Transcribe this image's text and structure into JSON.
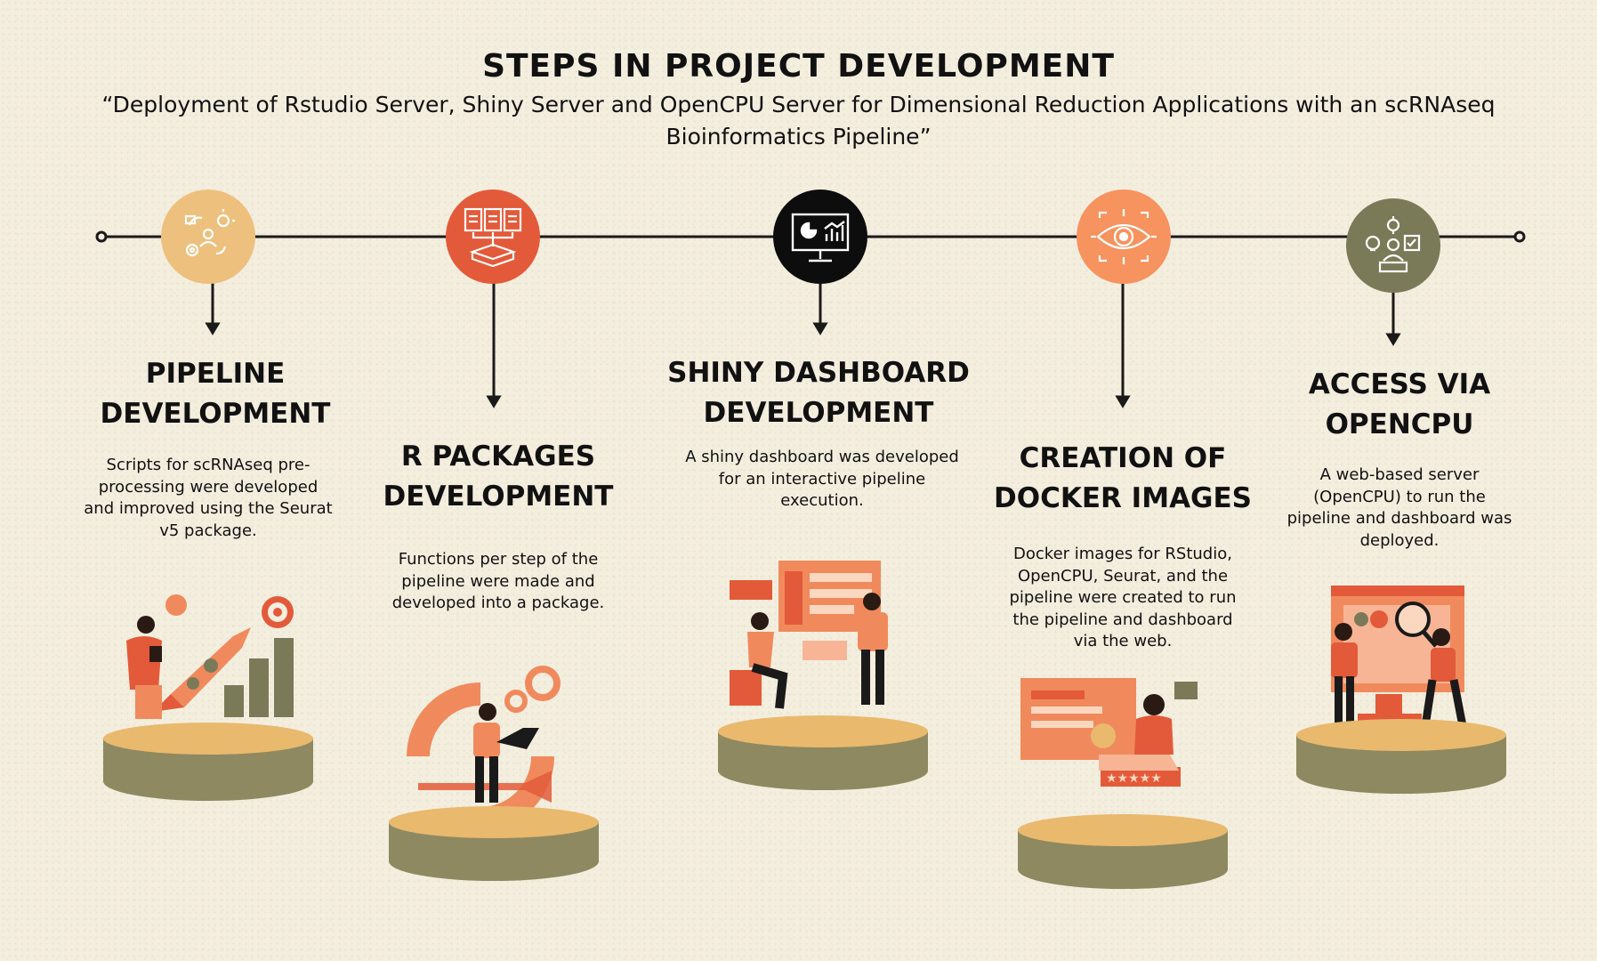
{
  "header": {
    "title": "STEPS IN PROJECT DEVELOPMENT",
    "subtitle": "“Deployment of Rstudio Server, Shiny Server and OpenCPU Server for Dimensional Reduction Applications with an scRNAseq Bioinformatics Pipeline”"
  },
  "colors": {
    "line": "#1a1a1a",
    "pedestal_top": "#e9b96e",
    "pedestal_side": "#8e8960",
    "accent_orange": "#f08a5d",
    "accent_red": "#e35a3a",
    "olive": "#7b7a58"
  },
  "steps": [
    {
      "heading_1": "PIPELINE",
      "heading_2": "DEVELOPMENT",
      "description": "Scripts for scRNAseq pre-processing were developed and improved using the Seurat v5 package.",
      "icon": "workflow-gears-icon",
      "icon_color": "#eec07e",
      "illustration": "rocket-growth-illustration"
    },
    {
      "heading_1": "R PACKAGES",
      "heading_2": "DEVELOPMENT",
      "description": "Functions per step of the pipeline were made and developed into a package.",
      "icon": "documents-merge-icon",
      "icon_color": "#e35a3a",
      "illustration": "developer-laptop-illustration"
    },
    {
      "heading_1": "SHINY DASHBOARD",
      "heading_2": "DEVELOPMENT",
      "description": "A shiny dashboard was developed for an interactive pipeline execution.",
      "icon": "dashboard-monitor-icon",
      "icon_color": "#0d0d0d",
      "illustration": "dashboard-team-illustration"
    },
    {
      "heading_1": "CREATION OF",
      "heading_2": "DOCKER IMAGES",
      "description": "Docker images for RStudio, OpenCPU, Seurat, and the pipeline were created to run the pipeline and dashboard via the web.",
      "icon": "eye-focus-icon",
      "icon_color": "#f7935f",
      "illustration": "approval-rating-illustration"
    },
    {
      "heading_1": "ACCESS VIA",
      "heading_2": "OPENCPU",
      "description": "A web-based server (OpenCPU) to run the pipeline and dashboard was deployed.",
      "icon": "ideas-user-check-icon",
      "icon_color": "#7b7a58",
      "illustration": "web-server-search-illustration"
    }
  ]
}
